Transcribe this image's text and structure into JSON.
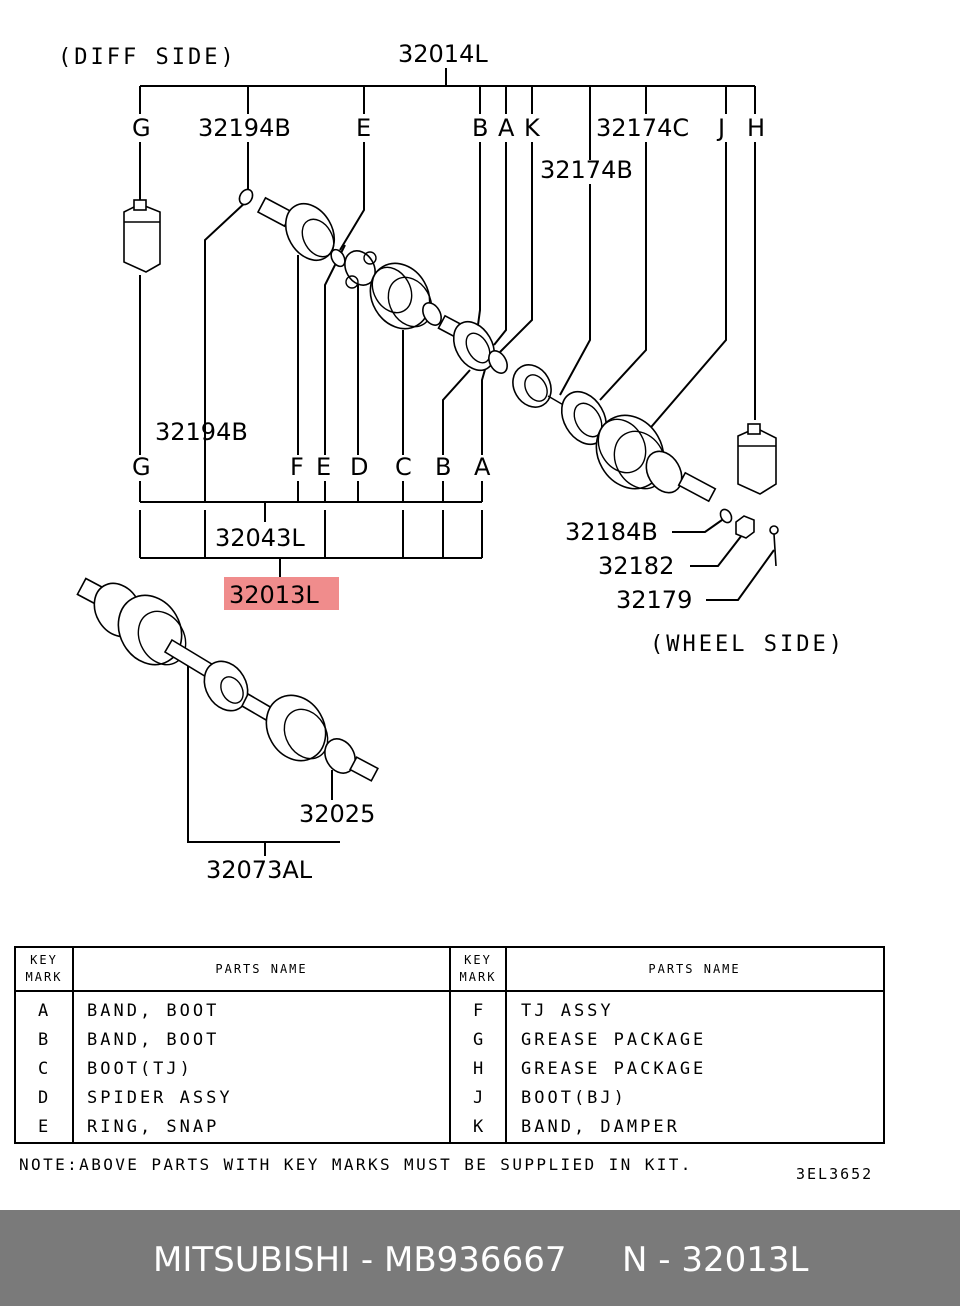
{
  "diagram": {
    "diff_side": "(DIFF SIDE)",
    "wheel_side": "(WHEEL SIDE)",
    "part_numbers": {
      "p32014L": "32014L",
      "p32194B_top": "32194B",
      "p32174C": "32174C",
      "p32174B": "32174B",
      "p32194B_mid": "32194B",
      "p32043L": "32043L",
      "p32013L": "32013L",
      "p32184B": "32184B",
      "p32182": "32182",
      "p32179": "32179",
      "p32025": "32025",
      "p32073AL": "32073AL"
    },
    "top_keys": {
      "g": "G",
      "e": "E",
      "b": "B",
      "a": "A",
      "k": "K",
      "j": "J",
      "h": "H"
    },
    "bottom_keys": {
      "g": "G",
      "f": "F",
      "e": "E",
      "d": "D",
      "c": "C",
      "b": "B",
      "a": "A"
    },
    "highlight_color": "#f08c8c"
  },
  "table": {
    "header_key_mark": [
      "KEY",
      "MARK"
    ],
    "header_parts_name": "PARTS NAME",
    "left_rows": [
      {
        "key": "A",
        "name": "BAND, BOOT"
      },
      {
        "key": "B",
        "name": "BAND, BOOT"
      },
      {
        "key": "C",
        "name": "BOOT(TJ)"
      },
      {
        "key": "D",
        "name": "SPIDER ASSY"
      },
      {
        "key": "E",
        "name": "RING, SNAP"
      }
    ],
    "right_rows": [
      {
        "key": "F",
        "name": "TJ ASSY"
      },
      {
        "key": "G",
        "name": "GREASE PACKAGE"
      },
      {
        "key": "H",
        "name": "GREASE PACKAGE"
      },
      {
        "key": "J",
        "name": "BOOT(BJ)"
      },
      {
        "key": "K",
        "name": "BAND, DAMPER"
      }
    ]
  },
  "note": "NOTE:ABOVE PARTS WITH KEY MARKS MUST BE SUPPLIED IN KIT.",
  "code": "3EL3652",
  "footer": {
    "brand_part": "MITSUBISHI - MB936667",
    "ref": "N - 32013L",
    "background": "#7a7a7a"
  }
}
